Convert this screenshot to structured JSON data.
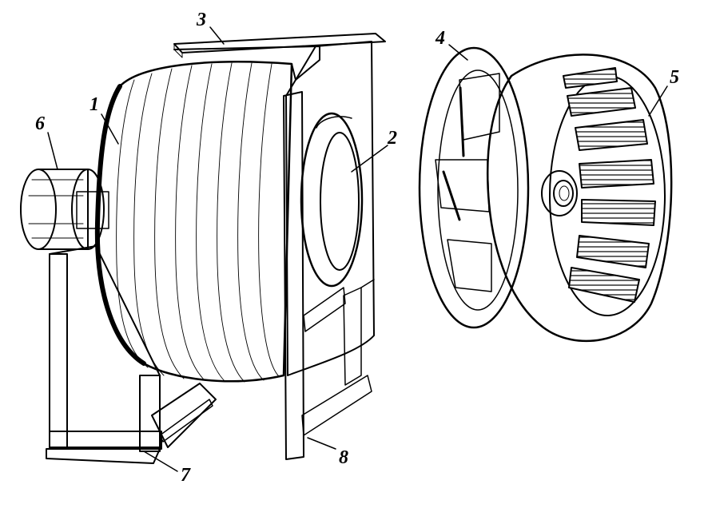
{
  "labels": {
    "l1": "1",
    "l2": "2",
    "l3": "3",
    "l4": "4",
    "l5": "5",
    "l6": "6",
    "l7": "7",
    "l8": "8"
  },
  "colors": {
    "ink": "#000000",
    "paper": "#ffffff",
    "speckle": "#3a3a3a"
  }
}
